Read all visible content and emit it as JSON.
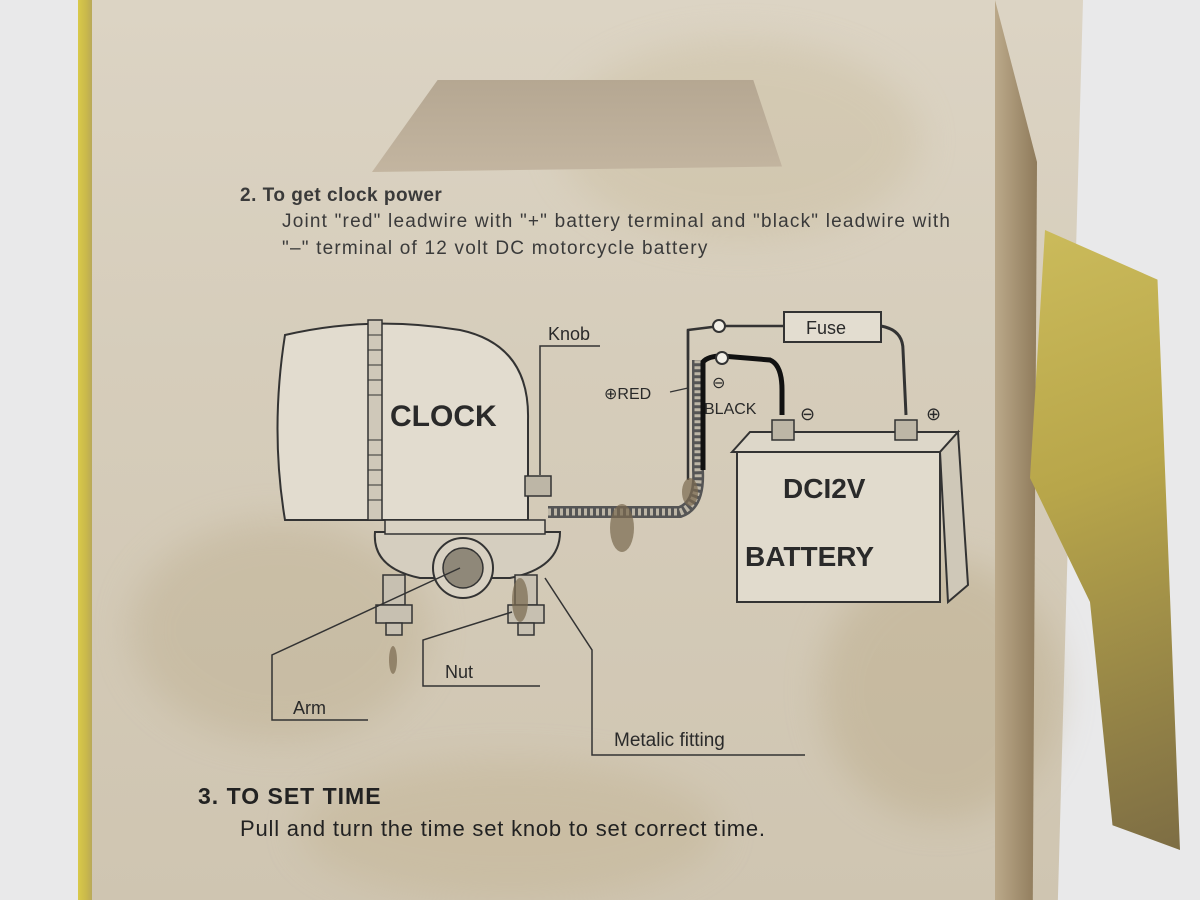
{
  "step2": {
    "number": "2.",
    "title": "To get clock power",
    "body": "Joint \"red\" leadwire with \"+\" battery terminal and \"black\" leadwire with \"–\" terminal of 12 volt DC motorcycle battery"
  },
  "diagram": {
    "clock_label": "CLOCK",
    "knob_label": "Knob",
    "fuse_label": "Fuse",
    "red_label": "⊕RED",
    "black_label": "BLACK",
    "minus_symbol": "⊖",
    "plus_symbol": "⊕",
    "battery_voltage": "DCI2V",
    "battery_label": "BATTERY",
    "arm_label": "Arm",
    "nut_label": "Nut",
    "fitting_label": "Metalic fitting"
  },
  "step3": {
    "number": "3.",
    "title": "TO SET TIME",
    "body": "Pull and turn the time set knob to set correct time."
  },
  "colors": {
    "paper": "#d8cfbd",
    "ink": "#2a2a2a",
    "yellow_flap": "#c9b84b"
  }
}
